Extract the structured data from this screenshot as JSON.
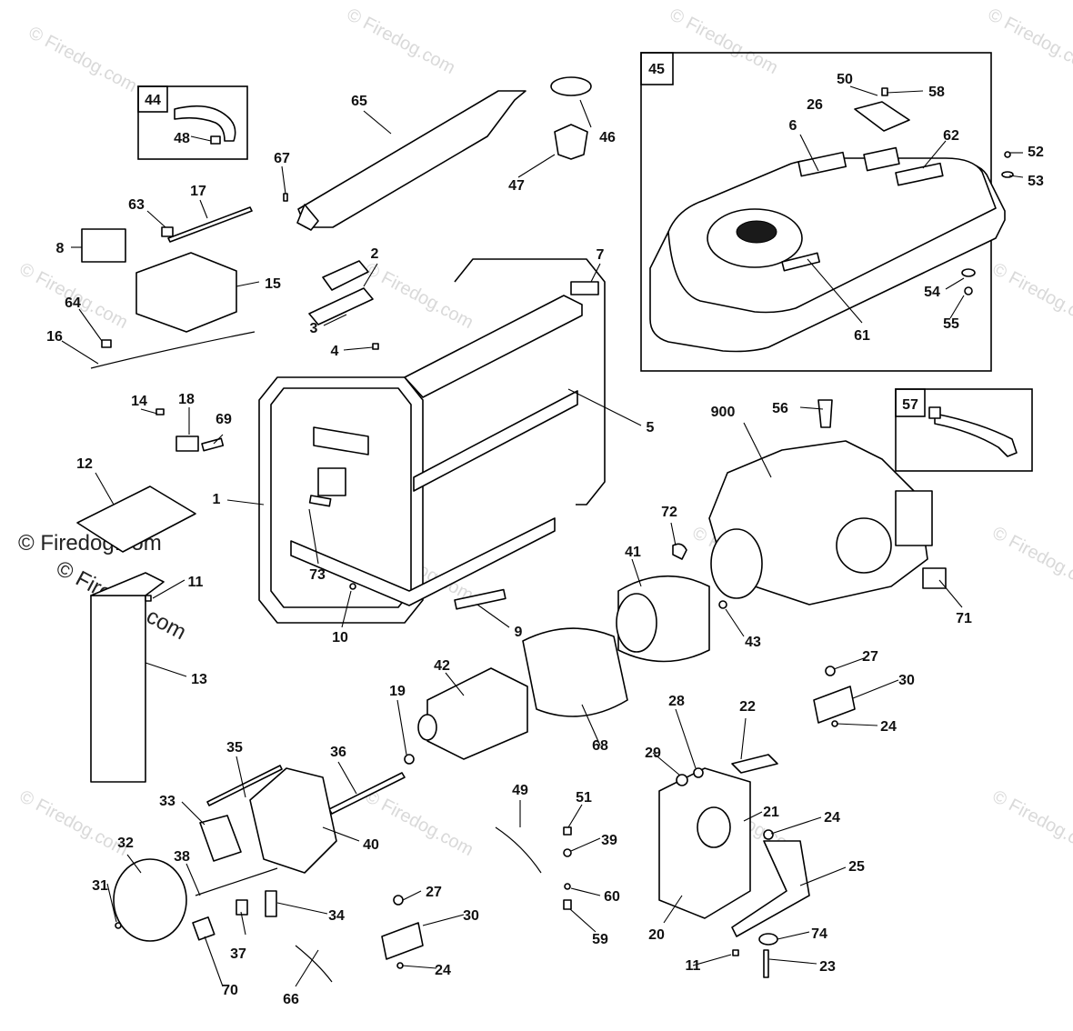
{
  "watermark": {
    "text": "© Firedog.com",
    "big_text": "© Firedog.com"
  },
  "boxes": {
    "b44": "44",
    "b45": "45",
    "b57": "57"
  },
  "callouts": {
    "c1": "1",
    "c2": "2",
    "c3": "3",
    "c4": "4",
    "c5": "5",
    "c6": "6",
    "c7": "7",
    "c8": "8",
    "c9": "9",
    "c10": "10",
    "c11a": "11",
    "c11b": "11",
    "c12": "12",
    "c13": "13",
    "c14": "14",
    "c15": "15",
    "c16": "16",
    "c17": "17",
    "c18": "18",
    "c19": "19",
    "c20": "20",
    "c21": "21",
    "c22": "22",
    "c23": "23",
    "c24a": "24",
    "c24b": "24",
    "c24c": "24",
    "c25": "25",
    "c26": "26",
    "c27a": "27",
    "c27b": "27",
    "c28": "28",
    "c29": "29",
    "c30a": "30",
    "c30b": "30",
    "c31": "31",
    "c32": "32",
    "c33": "33",
    "c34": "34",
    "c35": "35",
    "c36": "36",
    "c37": "37",
    "c38": "38",
    "c39": "39",
    "c40": "40",
    "c41": "41",
    "c42": "42",
    "c43": "43",
    "c46": "46",
    "c47": "47",
    "c48": "48",
    "c49": "49",
    "c50": "50",
    "c51": "51",
    "c52": "52",
    "c53": "53",
    "c54": "54",
    "c55": "55",
    "c56": "56",
    "c58": "58",
    "c59": "59",
    "c60": "60",
    "c61": "61",
    "c62": "62",
    "c63": "63",
    "c64": "64",
    "c65": "65",
    "c66": "66",
    "c67": "67",
    "c68": "68",
    "c69": "69",
    "c70": "70",
    "c71": "71",
    "c72": "72",
    "c73": "73",
    "c74": "74",
    "c900": "900"
  }
}
